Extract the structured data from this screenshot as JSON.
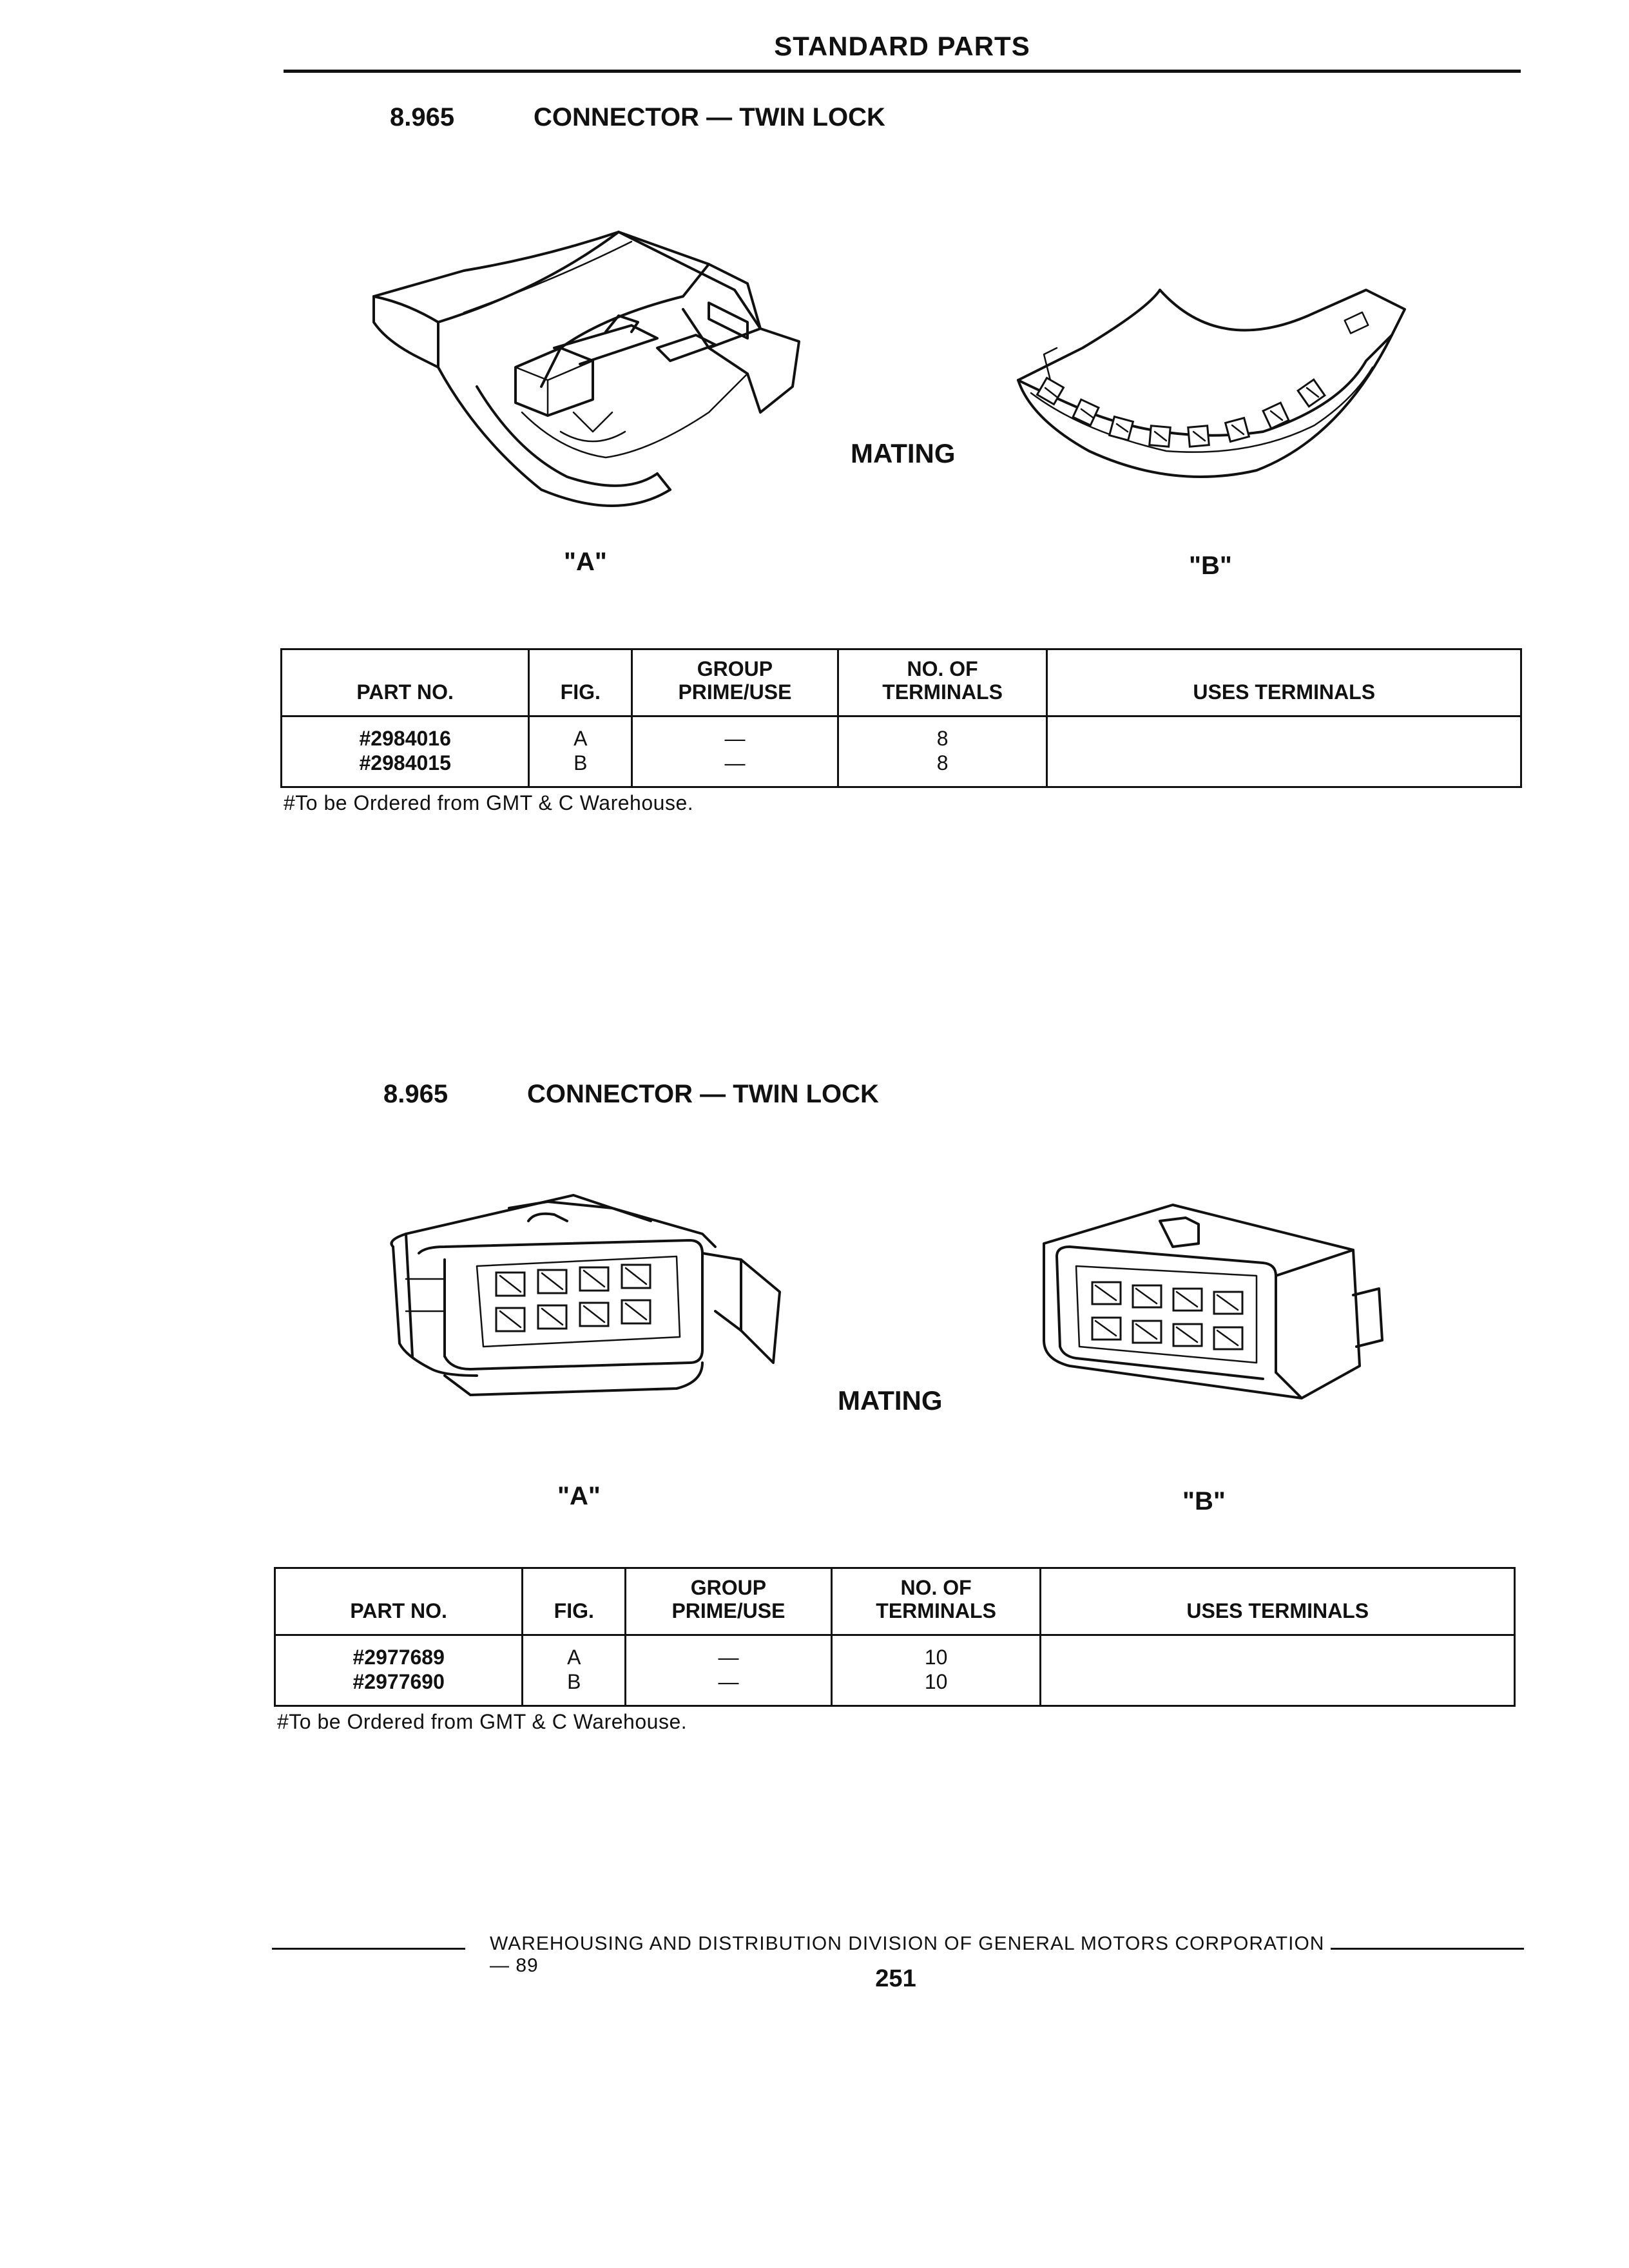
{
  "header": {
    "title": "STANDARD PARTS"
  },
  "sections": [
    {
      "number": "8.965",
      "title": "CONNECTOR — TWIN LOCK",
      "mating_label": "MATING",
      "fig_a_label": "\"A\"",
      "fig_b_label": "\"B\"",
      "table": {
        "headers": {
          "part_no": "PART NO.",
          "fig": "FIG.",
          "group_line1": "GROUP",
          "group_line2": "PRIME/USE",
          "terms_line1": "NO. OF",
          "terms_line2": "TERMINALS",
          "uses": "USES TERMINALS"
        },
        "rows": [
          {
            "part_no": "#2984016",
            "fig": "A",
            "group": "—",
            "terminals": "8",
            "uses": ""
          },
          {
            "part_no": "#2984015",
            "fig": "B",
            "group": "—",
            "terminals": "8",
            "uses": ""
          }
        ]
      },
      "note": "#To be Ordered from GMT & C Warehouse."
    },
    {
      "number": "8.965",
      "title": "CONNECTOR — TWIN LOCK",
      "mating_label": "MATING",
      "fig_a_label": "\"A\"",
      "fig_b_label": "\"B\"",
      "table": {
        "headers": {
          "part_no": "PART NO.",
          "fig": "FIG.",
          "group_line1": "GROUP",
          "group_line2": "PRIME/USE",
          "terms_line1": "NO. OF",
          "terms_line2": "TERMINALS",
          "uses": "USES TERMINALS"
        },
        "rows": [
          {
            "part_no": "#2977689",
            "fig": "A",
            "group": "—",
            "terminals": "10",
            "uses": ""
          },
          {
            "part_no": "#2977690",
            "fig": "B",
            "group": "—",
            "terminals": "10",
            "uses": ""
          }
        ]
      },
      "note": "#To be Ordered from GMT & C Warehouse."
    }
  ],
  "footer": {
    "text": "WAREHOUSING AND DISTRIBUTION DIVISION OF GENERAL MOTORS CORPORATION — 89",
    "page_number": "251"
  }
}
